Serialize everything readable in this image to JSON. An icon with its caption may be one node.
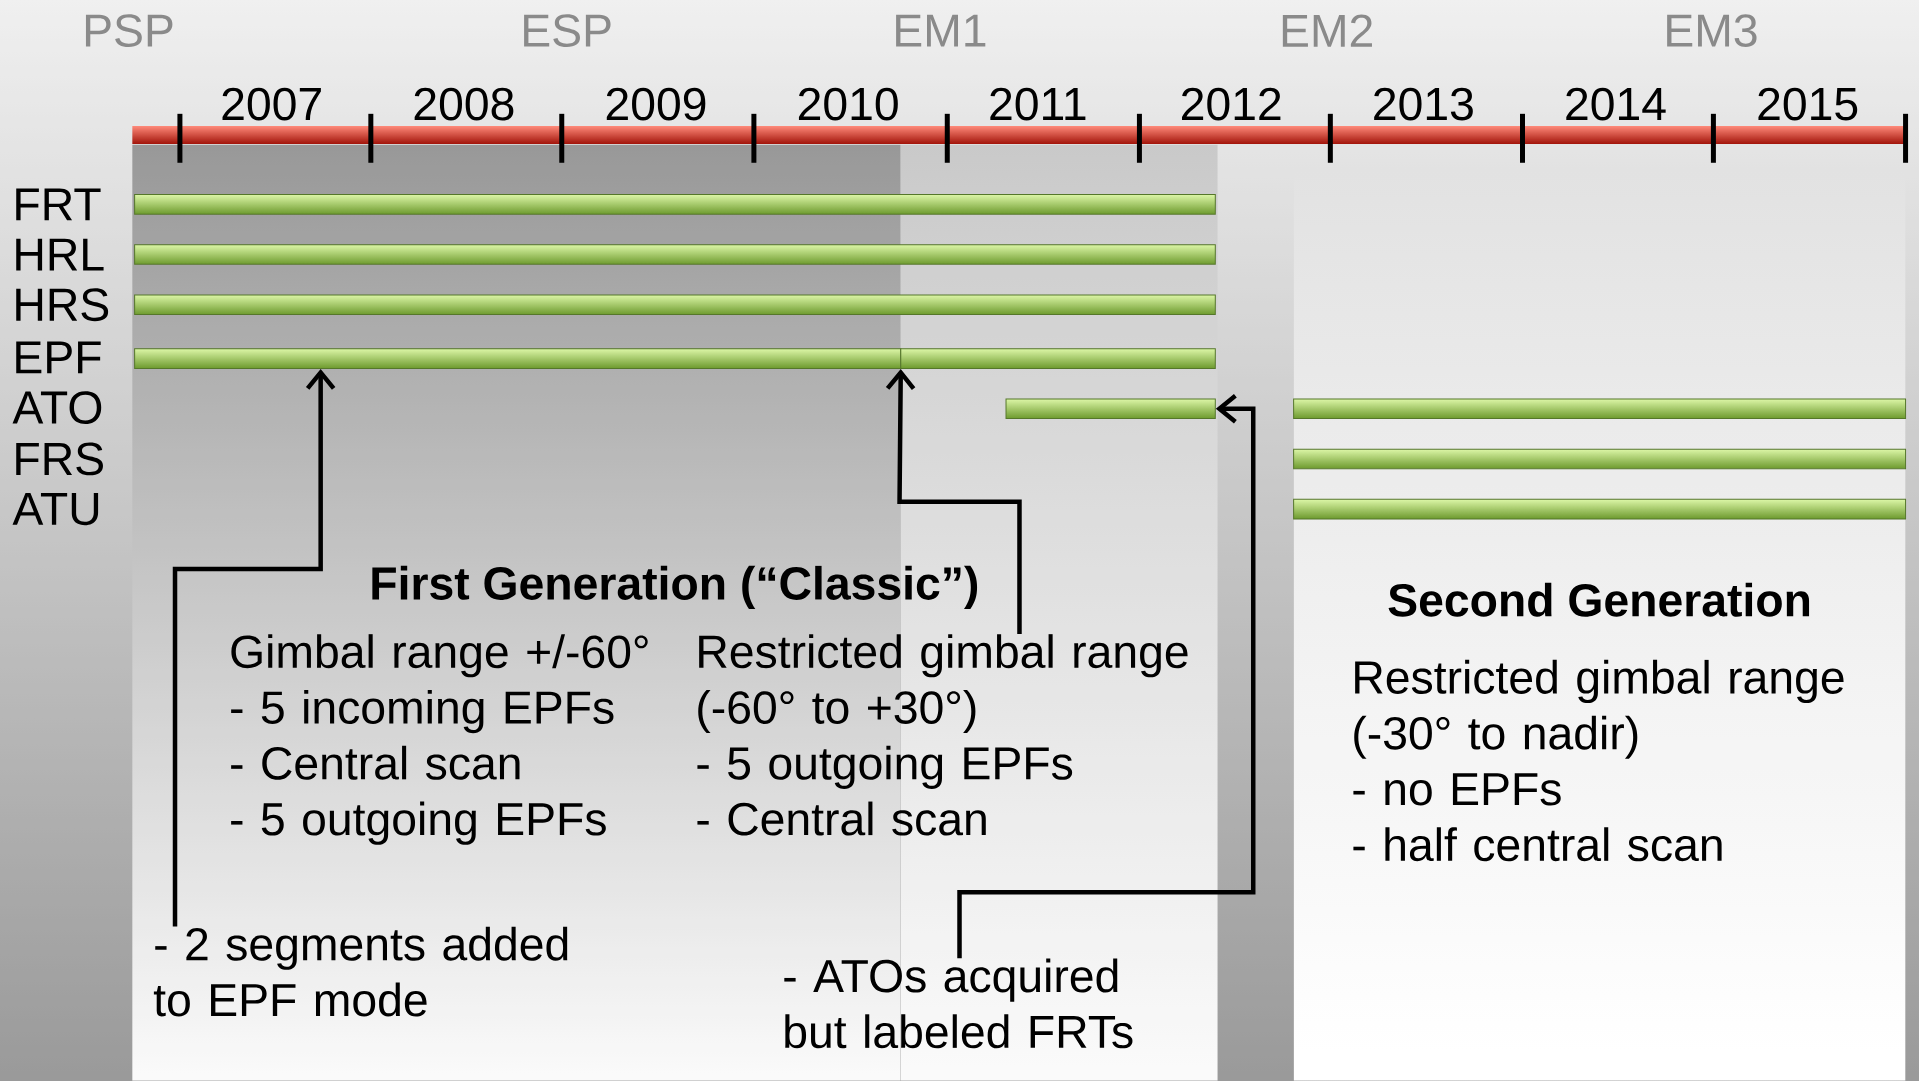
{
  "diagram": {
    "nodes": [
      {
        "text": [
          "First Generation (“Classic”)"
        ]
      },
      {
        "text": [
          "Gimbal range +/-60°",
          "- 5 incoming EPFs",
          "- Central scan",
          "- 5 outgoing EPFs"
        ]
      },
      {
        "text": [
          "Restricted gimbal range (-60° to +30°)",
          "- 5 outgoing EPFs",
          "- Central scan"
        ]
      },
      {
        "text": [
          "Second Generation"
        ]
      },
      {
        "text": [
          "Restricted gimbal range (-30° to nadir)",
          "- no EPFs",
          "- half central scan"
        ]
      },
      {
        "text": [
          "- 2 segments added to EPF mode"
        ]
      },
      {
        "text": [
          "- ATOs acquired but labeled FRTs"
        ]
      },
      {
        "text": [],
        "shape": "bar"
      },
      {
        "text": [],
        "shape": "bar"
      },
      {
        "text": [],
        "shape": "bar"
      },
      {
        "text": [],
        "shape": "bar"
      },
      {
        "text": [],
        "shape": "bar"
      },
      {
        "text": [],
        "shape": "bar"
      },
      {
        "text": [],
        "shape": "bar"
      },
      {
        "text": [],
        "shape": "bar"
      },
      {
        "text": [],
        "shape": "bar"
      }
    ],
    "edges": [
      {
        "from": 5,
        "to": 10,
        "arrow": "to"
      },
      {
        "from": 2,
        "to": 11,
        "arrow": "to"
      },
      {
        "from": 6,
        "to": 12,
        "arrow": "to"
      }
    ],
    "labels": [
      "PSP",
      "ESP",
      "EM1",
      "EM2",
      "EM3",
      "2007",
      "2008",
      "2009",
      "2010",
      "2011",
      "2012",
      "2013",
      "2014",
      "2015",
      "FRT",
      "HRL",
      "HRS",
      "EPF",
      "ATO",
      "FRS",
      "ATU"
    ]
  }
}
